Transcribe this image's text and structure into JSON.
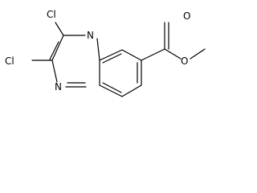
{
  "molecule": {
    "atoms": {
      "cl_top": "Cl",
      "cl_bottom": "Cl",
      "n_top": "N",
      "n_bottom": "N",
      "o_ester": "O",
      "o_carbonyl": "O"
    }
  },
  "colors": {
    "ink": "#000000",
    "background": "#ffffff"
  }
}
